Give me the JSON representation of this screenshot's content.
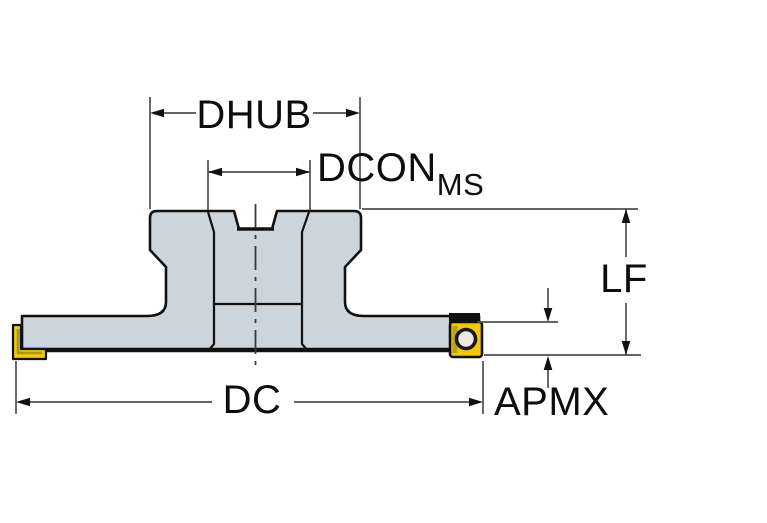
{
  "figure": {
    "type": "technical-dimension-drawing",
    "subject": "face-milling-cutter-side-view",
    "labels": {
      "dhub": "DHUB",
      "dcon": "DCON",
      "dcon_sub": "MS",
      "lf": "LF",
      "dc": "DC",
      "apmx": "APMX"
    },
    "colors": {
      "background": "#ffffff",
      "body_fill": "#ccd5dc",
      "outline": "#111111",
      "insert_yellow": "#f2c70f",
      "insert_shade": "#a9941f",
      "screw_hole_fill": "#eceae2",
      "dimension_line": "#4f4f4f",
      "arrowhead": "#111111",
      "center_line": "#3a3a3a"
    }
  }
}
